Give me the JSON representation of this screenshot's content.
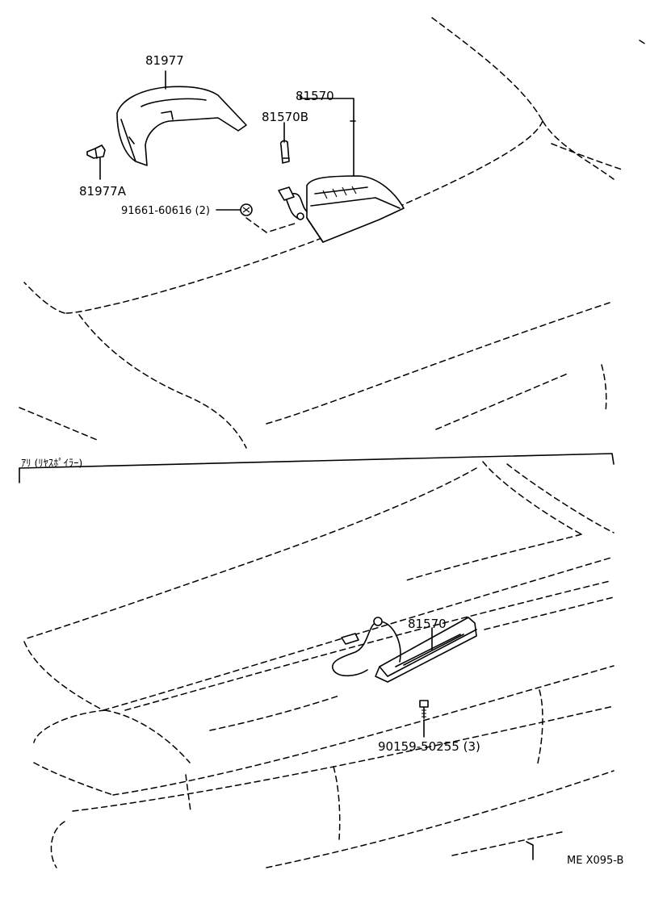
{
  "labels": {
    "cover": "81977",
    "clip": "81977A",
    "lamp_assy_top": "81570",
    "bulb": "81570B",
    "screw": "91661-60616 (2)",
    "section_title": "ｱﾘ (ﾘﾔｽﾎﾟｲﾗｰ)",
    "lamp_assy_bottom": "81570",
    "bolt": "90159-50255 (3)",
    "figure_code": "ME X095-B"
  }
}
